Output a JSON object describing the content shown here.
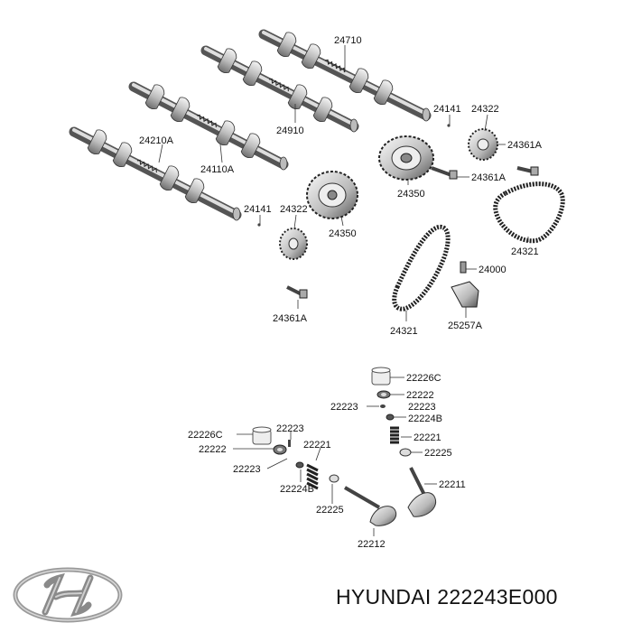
{
  "brand_line": "HYUNDAI 222243E000",
  "brand_logo": "hyundai-logo",
  "labels": {
    "l24710": "24710",
    "l24910": "24910",
    "l24210A": "24210A",
    "l24110A": "24110A",
    "l24141_top": "24141",
    "l24322_top": "24322",
    "l24361A_r1": "24361A",
    "l24361A_r2": "24361A",
    "l24350_r": "24350",
    "l24321_r": "24321",
    "l24141_mid": "24141",
    "l24322_mid": "24322",
    "l24350_mid": "24350",
    "l24361A_low": "24361A",
    "l24000": "24000",
    "l24321_low": "24321",
    "l25257A": "25257A",
    "l22226C_r": "22226C",
    "l22222_r": "22222",
    "l22223_r": "22223",
    "l22223_r2": "22223",
    "l22224B_r": "22224B",
    "l22221_r": "22221",
    "l22225_r": "22225",
    "l22211": "22211",
    "l22226C_l": "22226C",
    "l22223_l": "22223",
    "l22222_l": "22222",
    "l22221_l": "22221",
    "l22223_l2": "22223",
    "l22224B_l": "22224B",
    "l22225_l": "22225",
    "l22212": "22212"
  }
}
